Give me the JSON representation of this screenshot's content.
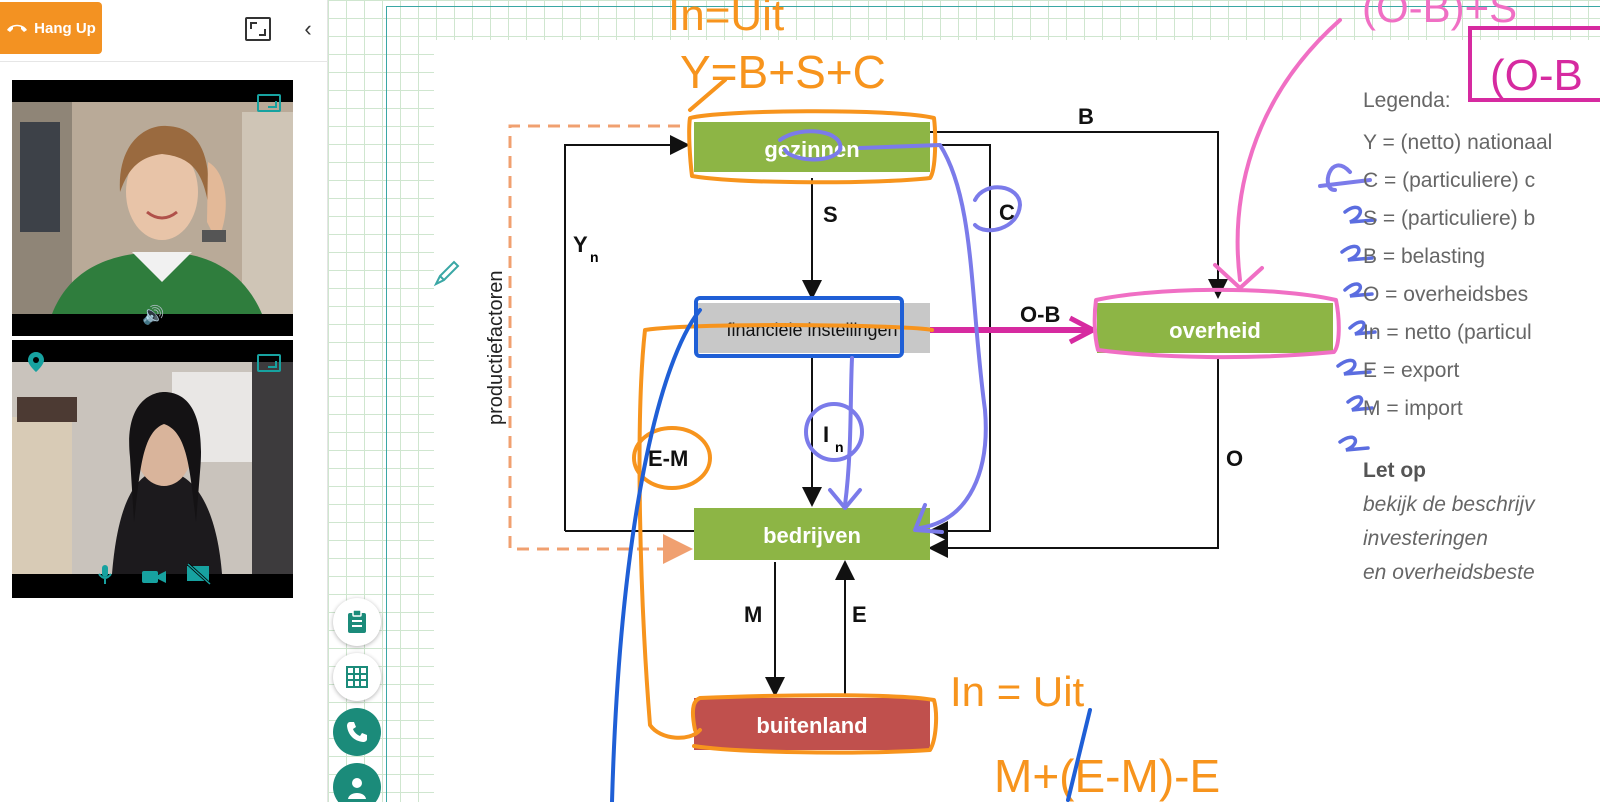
{
  "call": {
    "hangup_label": "Hang Up",
    "colors": {
      "hangup": "#f39222",
      "accent": "#17a2a0"
    }
  },
  "diagram": {
    "boxes": {
      "gezinnen": "gezinnen",
      "financiele": "financiële instellingen",
      "overheid": "overheid",
      "bedrijven": "bedrijven",
      "buitenland": "buitenland"
    },
    "side_label": "productiefactoren",
    "flows": {
      "b": "B",
      "s": "S",
      "c": "C",
      "yn": "Y",
      "yn_sub": "n",
      "ob": "O-B",
      "in": "I",
      "in_sub": "n",
      "em": "E-M",
      "o": "O",
      "m": "M",
      "e": "E"
    }
  },
  "handwriting": {
    "eq_top_1": "In=Uit",
    "eq_top_2": "Y=B+S+C",
    "eq_right_top_1": "(O-B)+S",
    "eq_right_top_2": "(O-B",
    "eq_bottom_1": "In = Uit",
    "eq_bottom_2": "M+(E-M)-E",
    "colors": {
      "orange": "#f7941d",
      "blue": "#1f5fd6",
      "lavender": "#7b7bea",
      "pink": "#f06fc4",
      "magenta": "#d62aa0"
    }
  },
  "legend": {
    "title": "Legenda:",
    "items": [
      "Y = (netto) nationaal",
      "C = (particuliere) c",
      "S = (particuliere) b",
      "B = belasting",
      "O = overheidsbes",
      "In = netto (particul",
      "E = export",
      "M = import"
    ],
    "note_title": "Let op",
    "note_lines": [
      "bekijk de beschrijv",
      "investeringen",
      "en overheidsbeste"
    ]
  }
}
